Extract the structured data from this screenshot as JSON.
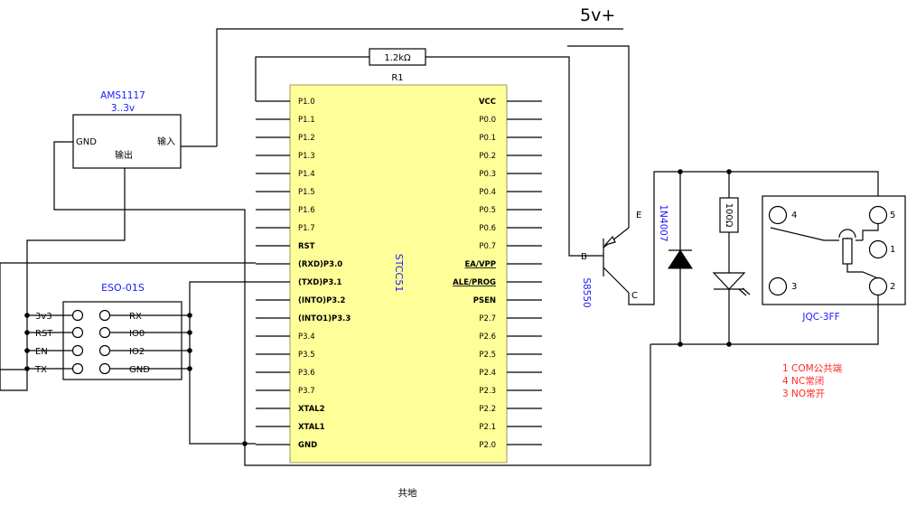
{
  "supply": {
    "label": "5v+"
  },
  "resistor_r1": {
    "value": "1.2kΩ",
    "ref": "R1"
  },
  "regulator": {
    "name": "AMS1117",
    "voltage": "3..3v",
    "pin_gnd": "GND",
    "pin_in": "输入",
    "pin_out": "输出"
  },
  "mcu": {
    "name": "STCC51",
    "left_pins": [
      "P1.0",
      "P1.1",
      "P1.2",
      "P1.3",
      "P1.4",
      "P1.5",
      "P1.6",
      "P1.7",
      "RST",
      "(RXD)P3.0",
      "(TXD)P3.1",
      "(INTO)P3.2",
      "(INTO1)P3.3",
      "P3.4",
      "P3.5",
      "P3.6",
      "P3.7",
      "XTAL2",
      "XTAL1",
      "GND"
    ],
    "right_pins": [
      "VCC",
      "P0.0",
      "P0.1",
      "P0.2",
      "P0.3",
      "P0.4",
      "P0.5",
      "P0.6",
      "P0.7",
      "EA/VPP",
      "ALE/PROG",
      "PSEN",
      "P2.7",
      "P2.6",
      "P2.5",
      "P2.4",
      "P2.3",
      "P2.2",
      "P2.1",
      "P2.0"
    ]
  },
  "wifi_module": {
    "name": "ESO-01S",
    "left_pins": [
      "3v3",
      "RST",
      "EN",
      "TX"
    ],
    "right_pins": [
      "RX",
      "IO0",
      "IO2",
      "GND"
    ]
  },
  "transistor": {
    "name": "S8550",
    "pin_b": "B",
    "pin_c": "C",
    "pin_e": "E"
  },
  "diode": {
    "name": "1N4007"
  },
  "led_resistor": {
    "value": "100Ω"
  },
  "relay": {
    "name": "JQC-3FF",
    "pins": [
      "4",
      "5",
      "1",
      "3",
      "2"
    ]
  },
  "notes": [
    "1 COM公共端",
    "4 NC常闭",
    "3 NO常开"
  ],
  "ground": {
    "label": "共地"
  }
}
